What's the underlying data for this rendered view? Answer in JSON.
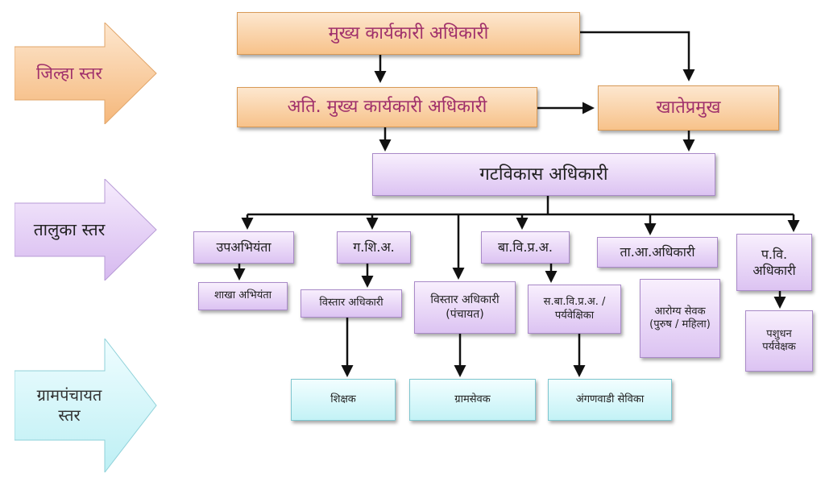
{
  "levels": {
    "district": "जिल्हा स्तर",
    "taluka": "तालुका स्तर",
    "village": "ग्रामपंचायत स्तर"
  },
  "boxes": {
    "ceo": "मुख्य कार्यकारी अधिकारी",
    "addl_ceo": "अति. मुख्य कार्यकारी अधिकारी",
    "dept_head": "खातेप्रमुख",
    "bdo": "गटविकास अधिकारी",
    "deputy_engineer": "उपअभियंता",
    "branch_engineer": "शाखा अभियंता",
    "gsa": "ग.शि.अ.",
    "extension_officer": "विस्तार अधिकारी",
    "teacher": "शिक्षक",
    "eo_panchayat": "विस्तार अधिकारी (पंचायत)",
    "gram_sevak": "ग्रामसेवक",
    "bavipra": "बा.वि.प्र.अ.",
    "supervisor": "स.बा.वि.प्र.अ. / पर्यवेक्षिका",
    "anganwadi": "अंगणवाडी सेविका",
    "taluka_health": "ता.आ.अधिकारी",
    "health_worker": "आरोग्य सेवक (पुरुष / महिला)",
    "vet_officer": "प.वि. अधिकारी",
    "animal_husbandry": "पशुधन पर्यवेक्षक"
  },
  "colors": {
    "district": "#f7c28a",
    "taluka": "#dcc3f2",
    "village": "#c3f2f6",
    "connector": "#111111"
  }
}
